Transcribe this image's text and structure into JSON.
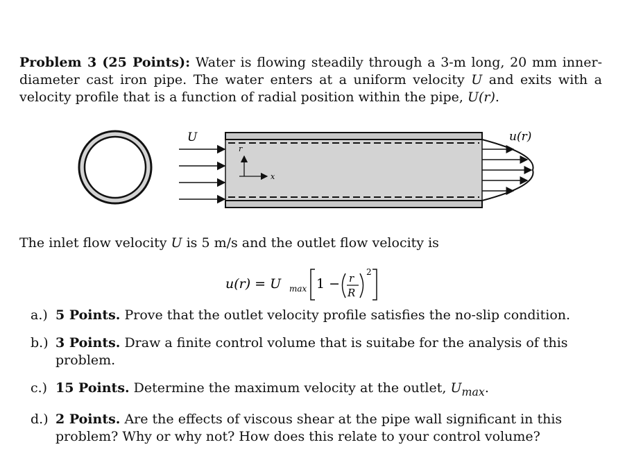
{
  "problem": {
    "title": "Problem 3 (25 Points):",
    "intro_part1": "Water is flowing steadily through a 3-m long, 20 mm inner-diameter cast iron pipe. The water enters at a uniform velocity",
    "intro_var_U": "U",
    "intro_part2": "and exits with a velocity profile that is a function of radial position within the pipe,",
    "intro_func": "U(r)",
    "intro_end": "."
  },
  "figure": {
    "label_inlet": "U",
    "label_outlet": "u(r)",
    "label_r": "r",
    "label_x": "x"
  },
  "inlet_statement": {
    "part1": "The inlet flow velocity",
    "var_U": "U",
    "part2": "is 5 m/s and the outlet flow velocity is"
  },
  "equation": {
    "lhs": "u(r) = U",
    "sub": "max",
    "one": "1 −",
    "num": "r",
    "den": "R",
    "exp": "2"
  },
  "items": [
    {
      "label": "a.)",
      "points": "5 Points.",
      "text": "Prove that the outlet velocity profile satisfies the no-slip condition."
    },
    {
      "label": "b.)",
      "points": "3 Points.",
      "text": "Draw a finite control volume that is suitabe for the analysis of this problem."
    },
    {
      "label": "c.)",
      "points": "15 Points.",
      "text": "Determine the maximum velocity at the outlet,",
      "var": "U",
      "sub": "max",
      "tail": "."
    },
    {
      "label": "d.)",
      "points": "2 Points.",
      "text": "Are the effects of viscous shear at the pipe wall significant in this problem? Why or why not? How does this relate to your control volume?"
    }
  ]
}
